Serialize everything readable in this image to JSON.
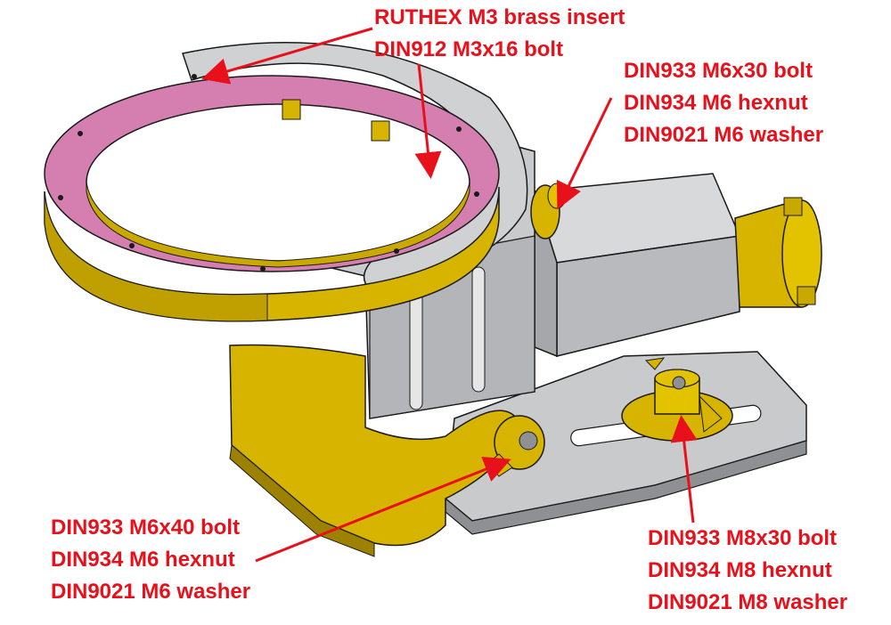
{
  "colors": {
    "label": "#e8101a",
    "arrow": "#e8101a",
    "printed_part": "#d7b400",
    "printed_part_dark": "#9c8200",
    "metal": "#c9cacc",
    "metal_dark": "#8e9093",
    "ring": "#d57fb0",
    "outline": "#1a1a1a",
    "background": "#ffffff"
  },
  "callouts": {
    "insert": {
      "line1": "RUTHEX M3 brass insert",
      "line2": "DIN912 M3x16 bolt"
    },
    "clamp": {
      "line1": "DIN933 M6x30 bolt",
      "line2": "DIN934 M6 hexnut",
      "line3": "DIN9021 M6 washer"
    },
    "tilt": {
      "line1": "DIN933 M6x40 bolt",
      "line2": "DIN934 M6 hexnut",
      "line3": "DIN9021 M6 washer"
    },
    "base": {
      "line1": "DIN933 M8x30 bolt",
      "line2": "DIN934 M8 hexnut",
      "line3": "DIN9021 M8 washer"
    }
  }
}
